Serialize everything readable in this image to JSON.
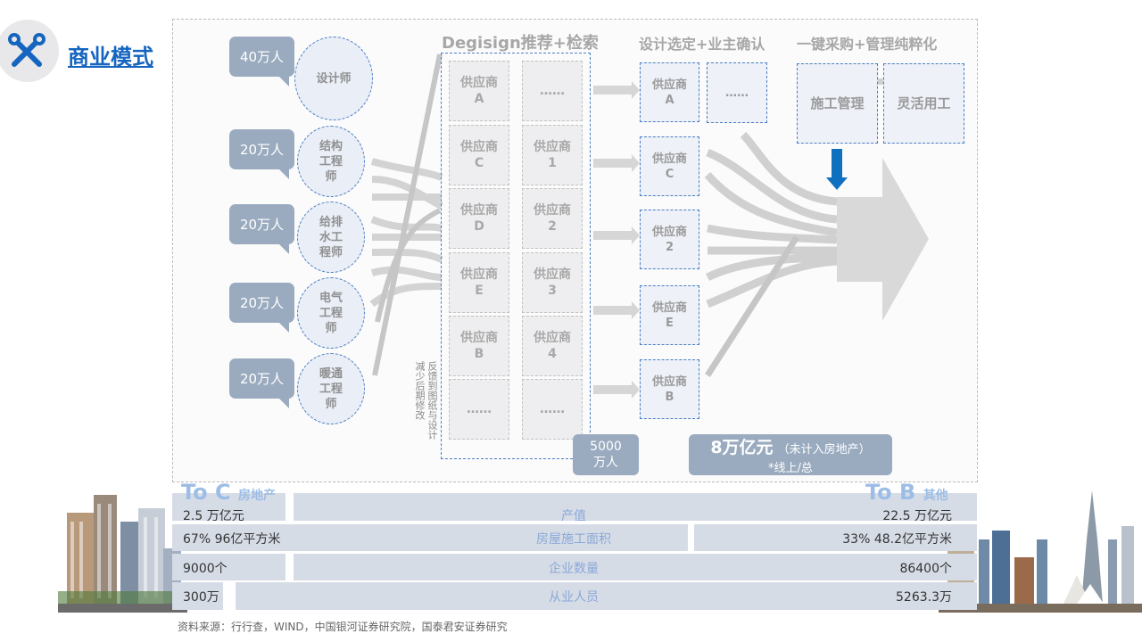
{
  "header": {
    "title": "商业模式",
    "icon": "wrench-screwdriver-icon"
  },
  "panel": {
    "headers": {
      "degisign": "Degisign推荐+检索",
      "select": "设计选定+业主确认",
      "purchase": "一键采购+管理纯粹化"
    },
    "roles": [
      {
        "count": "40万人",
        "lines": [
          "设计师"
        ]
      },
      {
        "count": "20万人",
        "lines": [
          "结构",
          "工程",
          "师"
        ]
      },
      {
        "count": "20万人",
        "lines": [
          "给排",
          "水工",
          "程师"
        ]
      },
      {
        "count": "20万人",
        "lines": [
          "电气",
          "工程",
          "师"
        ]
      },
      {
        "count": "20万人",
        "lines": [
          "暖通",
          "工程",
          "师"
        ]
      }
    ],
    "grid_left": [
      [
        "供应商",
        "A"
      ],
      [
        "供应商",
        "C"
      ],
      [
        "供应商",
        "D"
      ],
      [
        "供应商",
        "E"
      ],
      [
        "供应商",
        "B"
      ],
      [
        "……",
        ""
      ]
    ],
    "grid_right": [
      [
        "……",
        ""
      ],
      [
        "供应商",
        "1"
      ],
      [
        "供应商",
        "2"
      ],
      [
        "供应商",
        "3"
      ],
      [
        "供应商",
        "4"
      ],
      [
        "……",
        ""
      ]
    ],
    "selected": [
      [
        "供应商",
        "A"
      ],
      [
        "供应商",
        "C"
      ],
      [
        "供应商",
        "2"
      ],
      [
        "供应商",
        "E"
      ],
      [
        "供应商",
        "B"
      ]
    ],
    "selected_extra": "……",
    "purchase_boxes": [
      "施工管理",
      "灵活用工"
    ],
    "feedback_text": [
      "反馈到图纸与设计",
      "减少后期修改"
    ],
    "supplier_count": [
      "5000",
      "万人"
    ],
    "market": {
      "value": "8万亿元",
      "note": "（未计入房地产）",
      "sub": "*线上/总"
    }
  },
  "table": {
    "to_c": {
      "title": "To C",
      "sub": "房地产"
    },
    "to_b": {
      "title": "To B",
      "sub": "其他"
    },
    "rows": [
      {
        "left": "2.5 万亿元",
        "mid": "产值",
        "right": "22.5 万亿元"
      },
      {
        "left": "67%  96亿平方米",
        "mid": "房屋施工面积",
        "right": "33% 48.2亿平方米"
      },
      {
        "left": "9000个",
        "mid": "企业数量",
        "right": "86400个"
      },
      {
        "left": "300万",
        "mid": "从业人员",
        "right": "5263.3万"
      }
    ]
  },
  "source": "资料来源：行行查，WIND，中国银河证券研究院，国泰君安证券研究",
  "colors": {
    "accent": "#1565c0",
    "bubble": "#9aabbf",
    "dashed_border": "#4a7ec4",
    "blue_arrow": "#1070c0"
  }
}
